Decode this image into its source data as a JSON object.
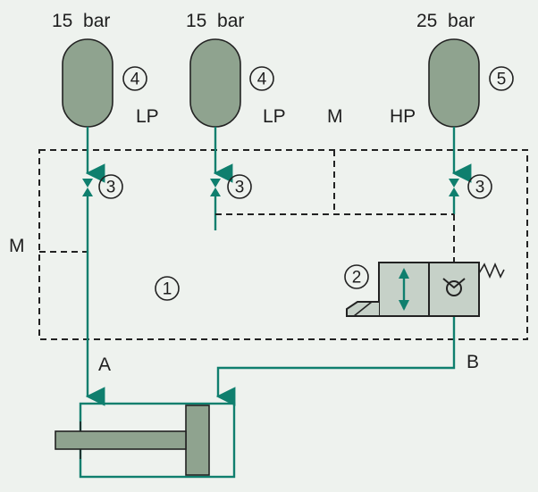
{
  "colors": {
    "background": "#eef2ee",
    "block": "#c6d1c8",
    "accumulator": "#8fa38f",
    "flow_line": "#0f7f6e",
    "outline": "#222222"
  },
  "pressures": {
    "left": "15  bar",
    "middle": "15  bar",
    "right": "25  bar"
  },
  "labels": {
    "lp_left": "LP",
    "lp_middle": "LP",
    "m_top": "M",
    "hp": "HP",
    "m_left": "M",
    "port_a": "A",
    "port_b": "B"
  },
  "badges": {
    "acc_left": "4",
    "acc_middle": "4",
    "acc_right": "5",
    "valve_left": "3",
    "valve_middle": "3",
    "valve_right": "3",
    "directional_valve": "2",
    "block": "1"
  },
  "icons": {
    "accumulator": "accumulator-icon",
    "check_valve": "check-valve-icon",
    "spring": "spring-icon",
    "solenoid": "solenoid-icon",
    "cylinder": "hydraulic-cylinder-icon"
  }
}
